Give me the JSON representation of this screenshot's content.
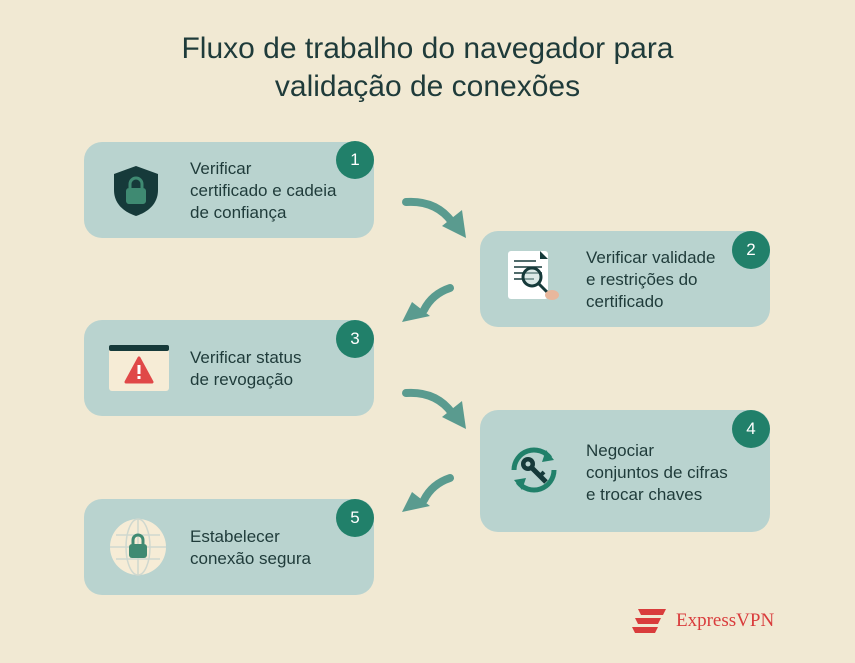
{
  "title_line1": "Fluxo de trabalho do navegador para",
  "title_line2": "validação de conexões",
  "steps": [
    {
      "number": "1",
      "label": "Verificar\ncertificado e cadeia\nde confiança",
      "icon": "shield-lock-icon"
    },
    {
      "number": "2",
      "label": "Verificar validade\ne restrições do\ncertificado",
      "icon": "document-magnifier-icon"
    },
    {
      "number": "3",
      "label": "Verificar status\nde revogação",
      "icon": "warning-window-icon"
    },
    {
      "number": "4",
      "label": "Negociar\nconjuntos de cifras\ne trocar chaves",
      "icon": "key-exchange-icon"
    },
    {
      "number": "5",
      "label": "Estabelecer\nconexão segura",
      "icon": "globe-lock-icon"
    }
  ],
  "brand": {
    "name": "ExpressVPN",
    "color": "#d93c3c"
  },
  "colors": {
    "background": "#f1e9d3",
    "card": "#b9d3cf",
    "badge": "#21806a",
    "arrow": "#5a9b8f"
  }
}
